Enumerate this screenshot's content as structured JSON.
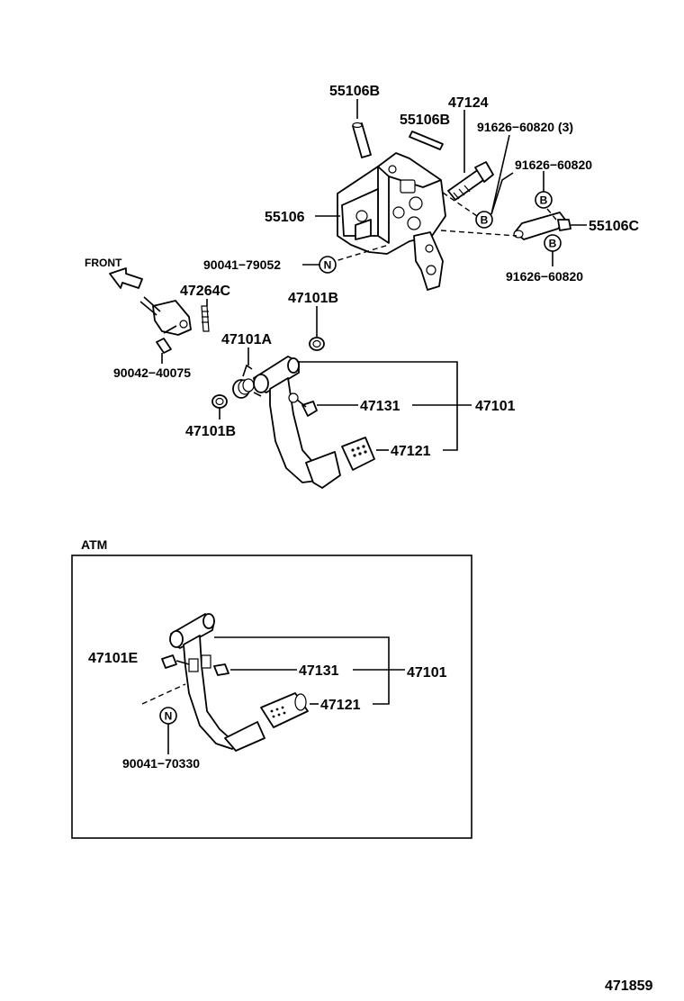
{
  "labels": {
    "l_55106B_top": "55106B",
    "l_47124": "47124",
    "l_55106B_mid": "55106B",
    "l_91626_3": "91626−60820 (3)",
    "l_91626_a": "91626−60820",
    "l_55106": "55106",
    "l_55106C": "55106C",
    "l_front": "FRONT",
    "l_90041_79052": "90041−79052",
    "l_91626_b": "91626−60820",
    "l_47264C": "47264C",
    "l_47101B_top": "47101B",
    "l_47101A": "47101A",
    "l_90042": "90042−40075",
    "l_47131": "47131",
    "l_47101": "47101",
    "l_47101B_bot": "47101B",
    "l_47121": "47121",
    "l_atm": "ATM",
    "l_47101E": "47101E",
    "l_atm_47131": "47131",
    "l_atm_47101": "47101",
    "l_atm_47121": "47121",
    "l_90041_70330": "90041−70330",
    "l_figure": "471859"
  },
  "markers": {
    "b": "B",
    "n": "N"
  }
}
